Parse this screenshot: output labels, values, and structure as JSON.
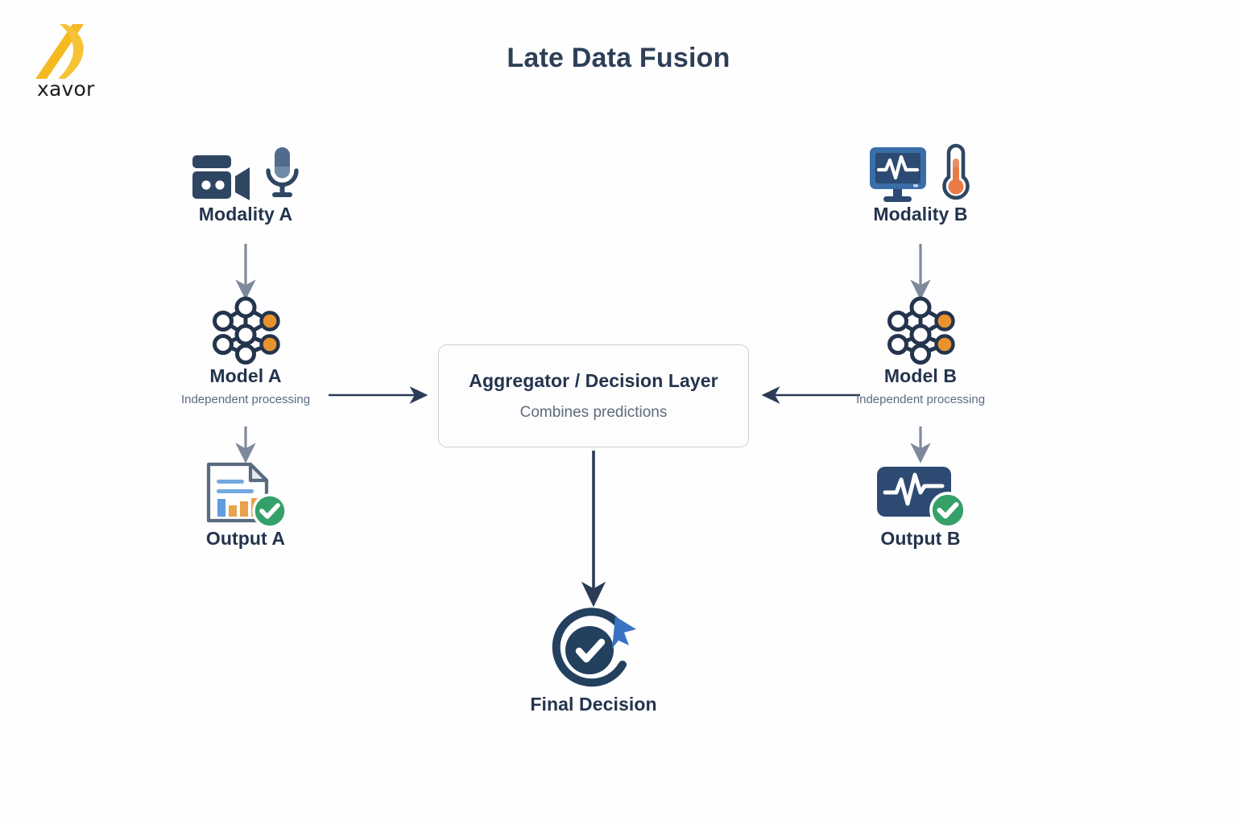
{
  "brand": {
    "logo_icon": "xavor-logo-icon",
    "name": "xavor",
    "logo_color": "#f5b921"
  },
  "header": {
    "title": "Late Data Fusion",
    "title_color": "#2e4057"
  },
  "colors": {
    "navy": "#24344d",
    "sub_text": "#5b6b80",
    "arrow_light": "#7e8a9c",
    "arrow_dark": "#2a3c55",
    "accent_orange": "#e8922e",
    "accent_green": "#35a06a",
    "accent_blue": "#3b73c4",
    "box_border": "#c9cdd4",
    "background": "#fefefe"
  },
  "diagram": {
    "type": "flow-diagram",
    "nodes": [
      {
        "id": "modality-a",
        "label": "Modality A",
        "sublabel": "",
        "icons": [
          "video-camera-icon",
          "microphone-icon"
        ]
      },
      {
        "id": "model-a",
        "label": "Model A",
        "sublabel": "Independent processing",
        "icons": [
          "neural-network-icon"
        ]
      },
      {
        "id": "output-a",
        "label": "Output A",
        "sublabel": "",
        "icons": [
          "report-document-icon",
          "green-check-badge-icon"
        ]
      },
      {
        "id": "modality-b",
        "label": "Modality B",
        "sublabel": "",
        "icons": [
          "vitals-monitor-icon",
          "thermometer-icon"
        ]
      },
      {
        "id": "model-b",
        "label": "Model B",
        "sublabel": "Independent processing",
        "icons": [
          "neural-network-icon"
        ]
      },
      {
        "id": "output-b",
        "label": "Output B",
        "sublabel": "",
        "icons": [
          "vitals-waveform-icon",
          "green-check-badge-icon"
        ]
      },
      {
        "id": "final-decision",
        "label": "Final Decision",
        "sublabel": "",
        "icons": [
          "decision-check-cursor-icon"
        ]
      }
    ],
    "aggregator": {
      "title": "Aggregator / Decision Layer",
      "subtitle": "Combines predictions"
    },
    "edges": [
      {
        "from": "modality-a",
        "to": "model-a",
        "direction": "down",
        "style": "light"
      },
      {
        "from": "model-a",
        "to": "output-a",
        "direction": "down",
        "style": "light"
      },
      {
        "from": "model-a",
        "to": "aggregator",
        "direction": "right",
        "style": "dark"
      },
      {
        "from": "modality-b",
        "to": "model-b",
        "direction": "down",
        "style": "light"
      },
      {
        "from": "model-b",
        "to": "output-b",
        "direction": "down",
        "style": "light"
      },
      {
        "from": "model-b",
        "to": "aggregator",
        "direction": "left",
        "style": "dark"
      },
      {
        "from": "aggregator",
        "to": "final-decision",
        "direction": "down",
        "style": "dark"
      }
    ]
  }
}
